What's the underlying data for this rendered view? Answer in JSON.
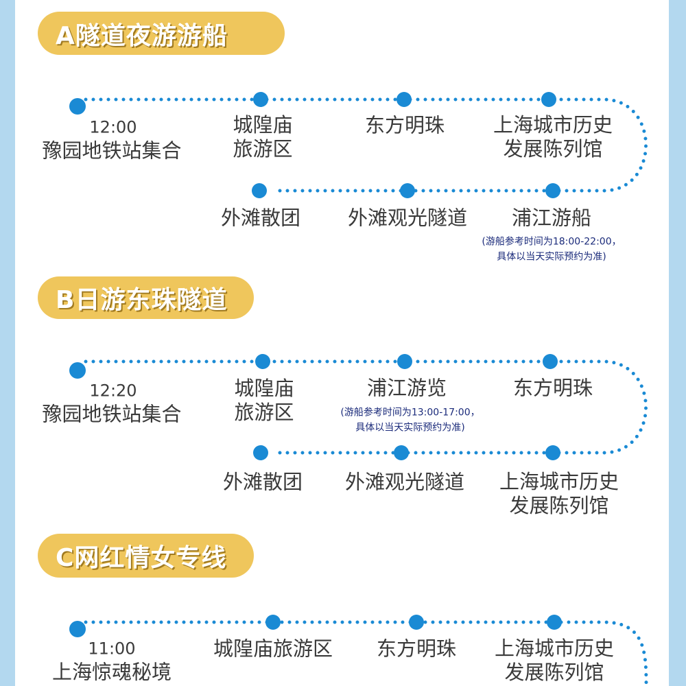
{
  "colors": {
    "accent": "#1a8ad4",
    "pill": "#efc65c",
    "border": "#b3d8ef",
    "note": "#1a2a7a"
  },
  "routes": [
    {
      "title": "A隧道夜游游船",
      "start_time": "12:00",
      "start_name": "豫园地铁站集合",
      "top": [
        [
          "城隍庙",
          "旅游区"
        ],
        [
          "东方明珠"
        ],
        [
          "上海城市历史",
          "发展陈列馆"
        ]
      ],
      "bottom": [
        [
          "外滩散团"
        ],
        [
          "外滩观光隧道"
        ],
        [
          "浦江游船"
        ]
      ],
      "note": [
        "(游船参考时间为18:00-22:00，",
        "具体以当天实际预约为准)"
      ]
    },
    {
      "title": "B日游东珠隧道",
      "start_time": "12:20",
      "start_name": "豫园地铁站集合",
      "top": [
        [
          "城隍庙",
          "旅游区"
        ],
        [
          "浦江游览"
        ],
        [
          "东方明珠"
        ]
      ],
      "bottom": [
        [
          "外滩散团"
        ],
        [
          "外滩观光隧道"
        ],
        [
          "上海城市历史",
          "发展陈列馆"
        ]
      ],
      "note": [
        "(游船参考时间为13:00-17:00，",
        "具体以当天实际预约为准)"
      ]
    },
    {
      "title": "C网红情女专线",
      "start_time": "11:00",
      "start_name": "上海惊魂秘境",
      "top": [
        [
          "城隍庙旅游区"
        ],
        [
          "东方明珠"
        ],
        [
          "上海城市历史",
          "发展陈列馆"
        ]
      ]
    }
  ]
}
